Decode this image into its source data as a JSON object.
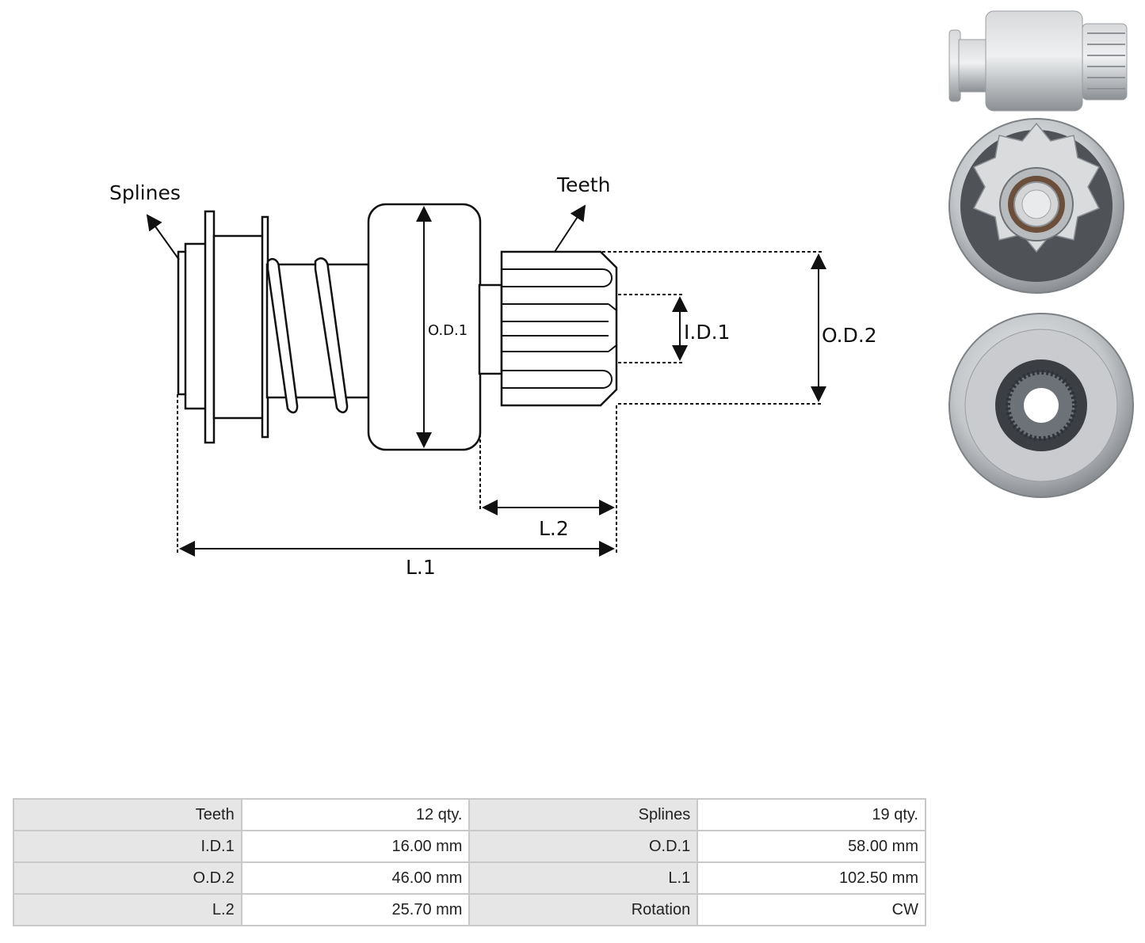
{
  "diagram": {
    "labels": {
      "splines": "Splines",
      "teeth": "Teeth",
      "od1": "O.D.1",
      "id1": "I.D.1",
      "od2": "O.D.2",
      "l1": "L.1",
      "l2": "L.2"
    }
  },
  "photos": [
    "side-view-photo",
    "front-view-photo",
    "rear-view-photo"
  ],
  "specs": {
    "rows": [
      {
        "k1": "Teeth",
        "v1": "12 qty.",
        "k2": "Splines",
        "v2": "19 qty."
      },
      {
        "k1": "I.D.1",
        "v1": "16.00 mm",
        "k2": "O.D.1",
        "v2": "58.00 mm"
      },
      {
        "k1": "O.D.2",
        "v1": "46.00 mm",
        "k2": "L.1",
        "v2": "102.50 mm"
      },
      {
        "k1": "L.2",
        "v1": "25.70 mm",
        "k2": "Rotation",
        "v2": "CW"
      }
    ]
  }
}
